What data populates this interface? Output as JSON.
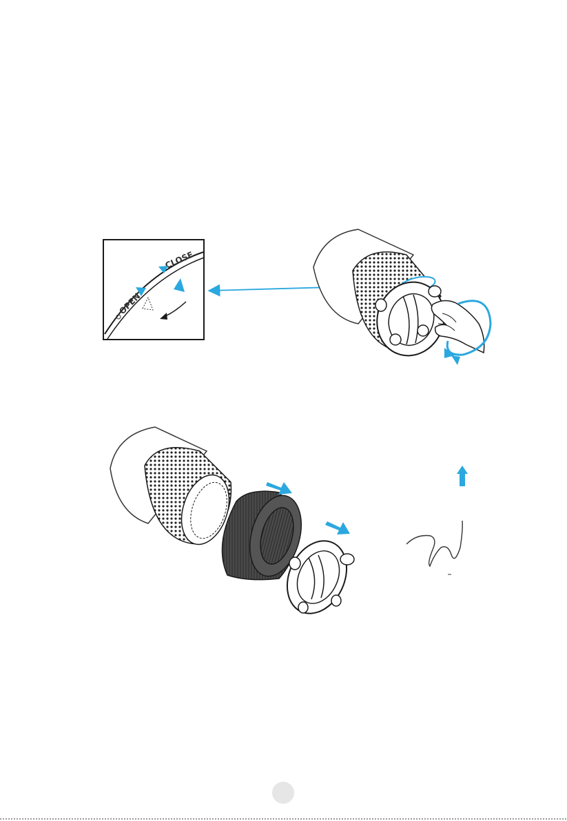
{
  "detail_inset": {
    "open_label": "OPEN",
    "close_label": "CLOSE",
    "icons": [
      "lock-open-icon",
      "rotate-counterclockwise-arrow-icon",
      "position-marker-icon"
    ]
  },
  "step1": {
    "icons": [
      "purifier-body",
      "grip-hand-icon",
      "rotate-arrow-icon",
      "callout-arrow-icon"
    ]
  },
  "step2": {
    "icons": [
      "purifier-body",
      "filter-cartridge",
      "bottom-cover",
      "remove-arrow-icon",
      "up-arrow-icon"
    ]
  },
  "signature": {
    "icons": [
      "handwritten-scribble"
    ]
  },
  "page_number": "",
  "colors": {
    "accent": "#2aa8df",
    "line": "#1a1a1a",
    "filter_fill": "#555555",
    "page_badge": "#e6e6e6"
  }
}
